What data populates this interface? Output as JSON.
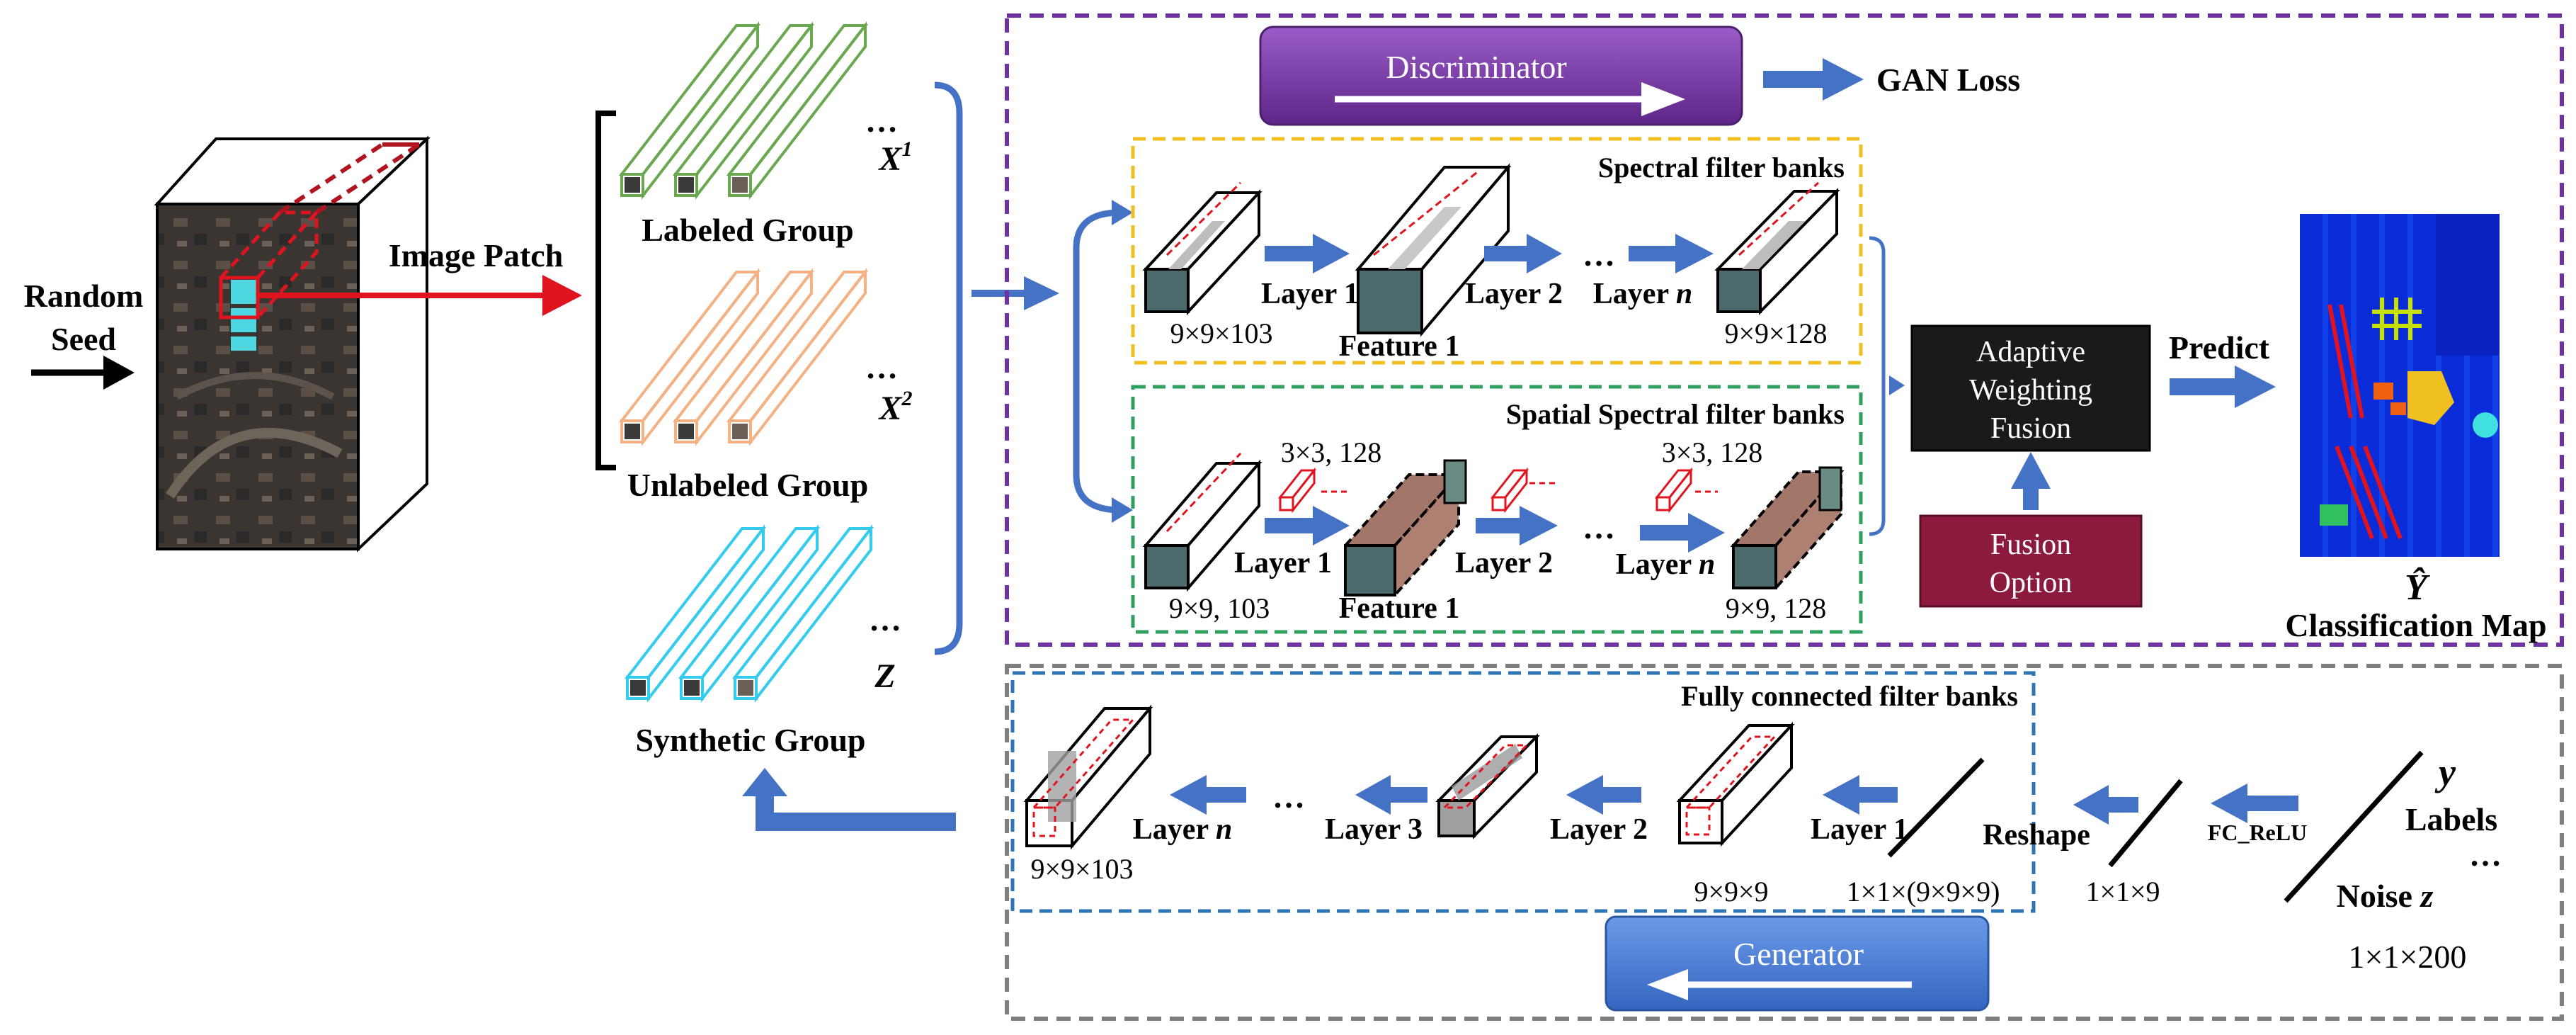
{
  "input": {
    "random_seed": [
      "Random",
      "Seed"
    ],
    "image_patch": "Image Patch"
  },
  "groups": {
    "labeled": {
      "label": "Labeled Group",
      "var": "X",
      "sup": "1",
      "ellipsis": "…",
      "color": "#6aa84f"
    },
    "unlabeled": {
      "label": "Unlabeled Group",
      "var": "X",
      "sup": "2",
      "ellipsis": "…",
      "color": "#f4b183"
    },
    "synthetic": {
      "label": "Synthetic Group",
      "var": "Z",
      "ellipsis": "…",
      "color": "#33ccee"
    }
  },
  "discriminator": {
    "label": "Discriminator",
    "loss": "GAN Loss",
    "color": "#7030a0"
  },
  "spectral": {
    "title": "Spectral filter banks",
    "input_dim": "9×9×103",
    "layer1": "Layer 1",
    "layer2": "Layer 2",
    "layern": "Layer ",
    "n": "n",
    "feature": "Feature 1",
    "output_dim": "9×9×128",
    "ellipsis": "…",
    "border_color": "#f0c020"
  },
  "spatial": {
    "title": "Spatial Spectral filter banks",
    "kernel1": "3×3, 128",
    "kernel2": "3×3, 128",
    "input_dim": "9×9, 103",
    "layer1": "Layer 1",
    "layer2": "Layer 2",
    "layern": "Layer ",
    "n": "n",
    "feature": "Feature 1",
    "output_dim": "9×9, 128",
    "ellipsis": "…",
    "border_color": "#30a060"
  },
  "fusion": {
    "adaptive": [
      "Adaptive",
      "Weighting",
      "Fusion"
    ],
    "option": [
      "Fusion",
      "Option"
    ],
    "predict": "Predict"
  },
  "output": {
    "symbol": "Ŷ",
    "label": "Classification Map"
  },
  "generator": {
    "title": "Fully connected filter banks",
    "label": "Generator",
    "layern": "Layer ",
    "n": "n",
    "layer3": "Layer 3",
    "layer2": "Layer 2",
    "layer1": "Layer 1",
    "reshape": "Reshape",
    "fc": "FC_ReLU",
    "labels": "Labels",
    "y": "y",
    "noise": "Noise ",
    "z": "z",
    "dim_out": "9×9×103",
    "dim_999": "9×9×9",
    "dim_flat": "1×1×(9×9×9)",
    "dim_119": "1×1×9",
    "dim_noise": "1×1×200",
    "ellipsis": "…",
    "border_color": "#2e75b6"
  },
  "colors": {
    "arrow_blue": "#4472c4",
    "red": "#e0141e",
    "purple_dash": "#7030a0",
    "grey_dash": "#7f7f7f",
    "dark_box": "#1a1a1a",
    "maroon": "#8b1a3c",
    "generator_blue": "#4a7bd0"
  }
}
